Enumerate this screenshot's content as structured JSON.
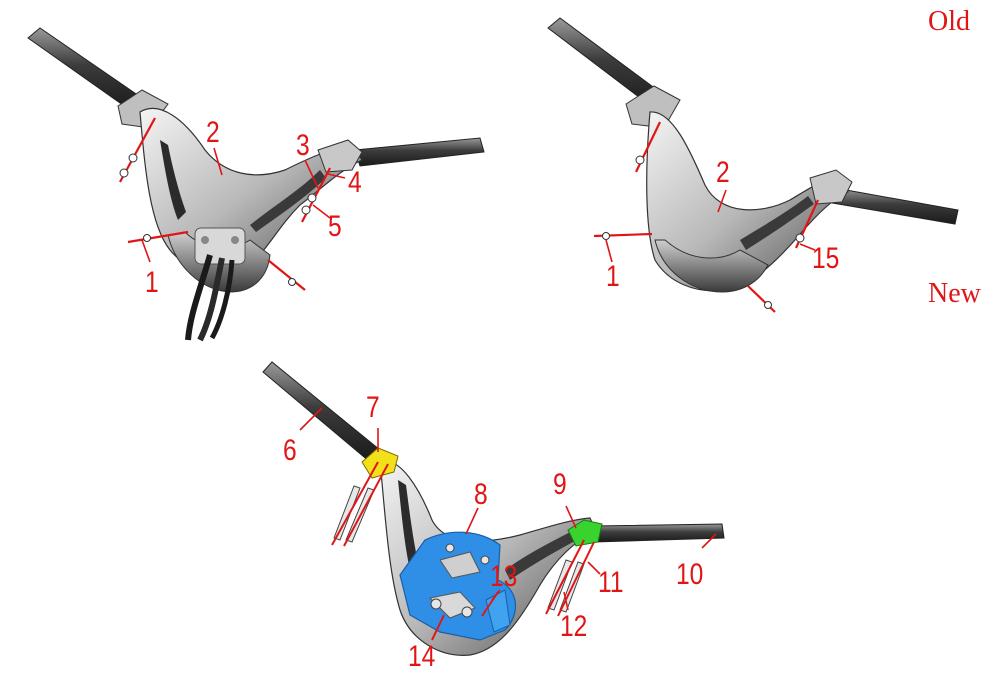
{
  "variants": {
    "old": "Old",
    "new": "New"
  },
  "callouts": {
    "old": [
      "1",
      "2",
      "3",
      "4",
      "5"
    ],
    "new": [
      "1",
      "2",
      "15"
    ],
    "exploded": [
      "6",
      "7",
      "8",
      "9",
      "10",
      "11",
      "12",
      "13",
      "14"
    ]
  },
  "colors": {
    "callout": "#e01616",
    "bracket_yellow": "#f2e11a",
    "plate_blue": "#2f8fe6",
    "bracket_green": "#39d32f",
    "metal_light": "#e6e6e6",
    "metal_dark": "#555555"
  }
}
